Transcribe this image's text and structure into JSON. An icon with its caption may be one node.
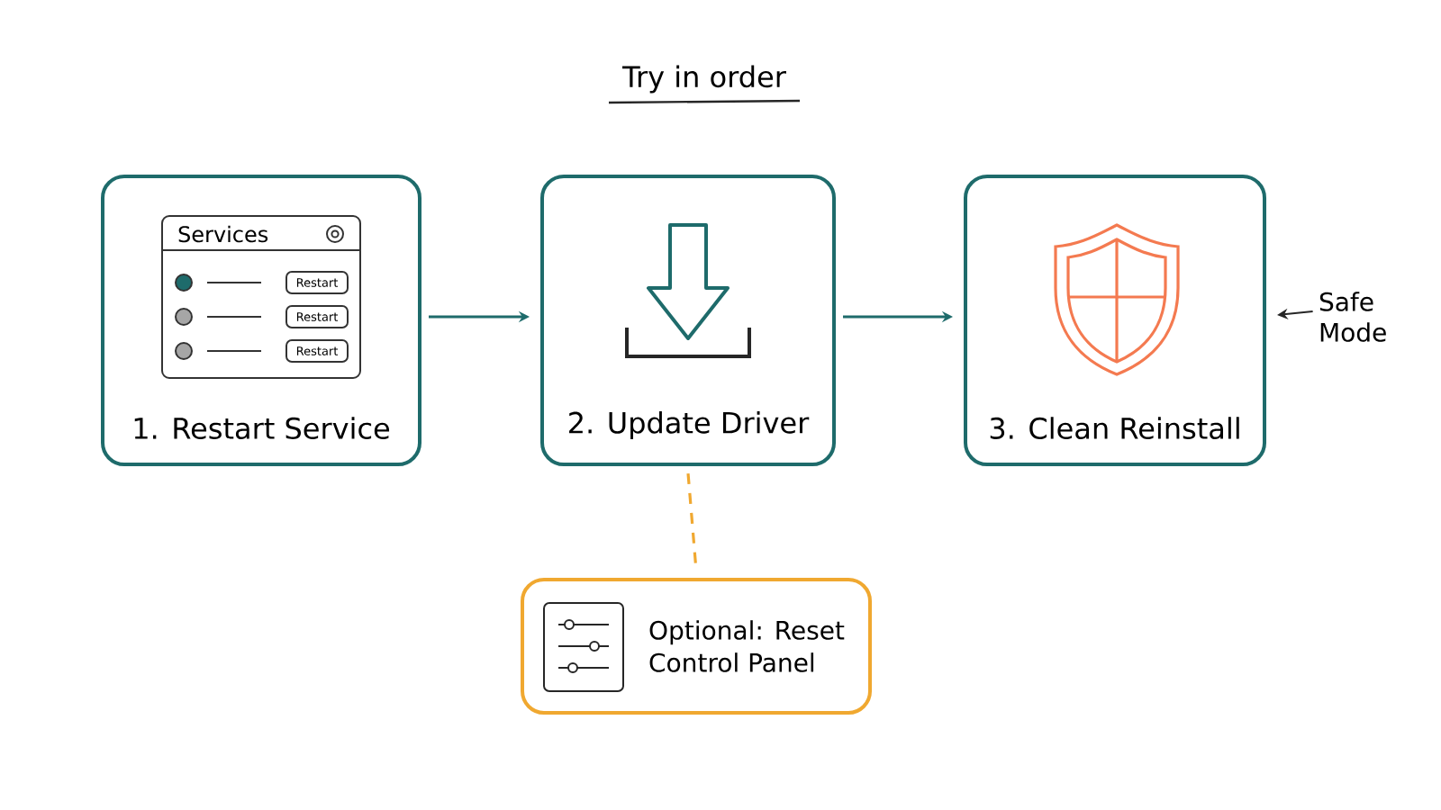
{
  "diagram": {
    "title": "Try in order",
    "nodes": [
      {
        "text": [
          "1. Restart Service"
        ]
      },
      {
        "text": [
          "2. Update Driver"
        ]
      },
      {
        "text": [
          "3. Clean Reinstall"
        ]
      },
      {
        "text": [
          "Safe Mode"
        ]
      },
      {
        "text": [
          "Optional: Reset Control Panel"
        ]
      }
    ],
    "edges": [
      {
        "from": 0,
        "to": 1,
        "arrow": "to"
      },
      {
        "from": 1,
        "to": 2,
        "arrow": "to"
      },
      {
        "from": 3,
        "to": 2,
        "arrow": "to"
      },
      {
        "from": 1,
        "to": 4,
        "arrow": "none",
        "style": "dashed",
        "color": "#f0a830"
      }
    ],
    "labels": [
      "Services",
      "Restart",
      "Restart",
      "Restart"
    ]
  }
}
